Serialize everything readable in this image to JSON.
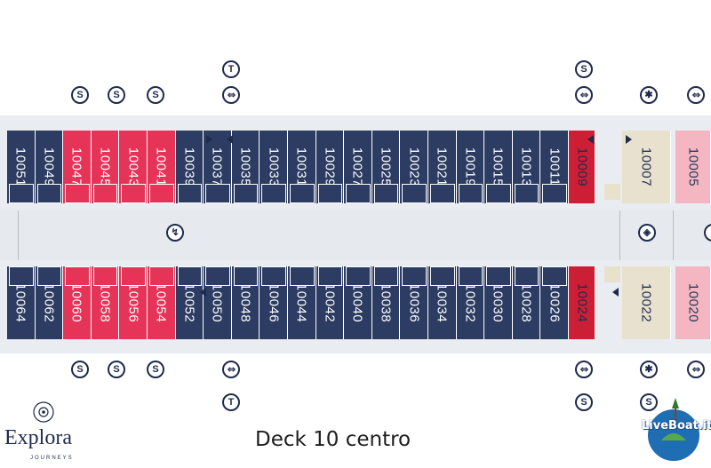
{
  "deck_title": "Deck 10 centro",
  "brand": {
    "name": "Explora",
    "subtitle": "JOURNEYS"
  },
  "watermark": {
    "text": "LiveBoat.it"
  },
  "colors": {
    "navy": "#2c3c62",
    "red": "#e63459",
    "suite_red": "#cc1f35",
    "beige": "#e8e1cd",
    "pink": "#f4b6c0",
    "corridor": "#e6e9ee",
    "icon": "#1f2b4d"
  },
  "top_cabins": [
    {
      "number": "10051",
      "color": "#2c3c62",
      "kind": "std"
    },
    {
      "number": "10049",
      "color": "#2c3c62",
      "kind": "std"
    },
    {
      "number": "10047",
      "color": "#e63459",
      "kind": "std"
    },
    {
      "number": "10045",
      "color": "#e63459",
      "kind": "std"
    },
    {
      "number": "10043",
      "color": "#e63459",
      "kind": "std"
    },
    {
      "number": "10041",
      "color": "#e63459",
      "kind": "std"
    },
    {
      "number": "10039",
      "color": "#2c3c62",
      "kind": "std"
    },
    {
      "number": "10037",
      "color": "#2c3c62",
      "kind": "std"
    },
    {
      "number": "10035",
      "color": "#2c3c62",
      "kind": "std"
    },
    {
      "number": "10033",
      "color": "#2c3c62",
      "kind": "std"
    },
    {
      "number": "10031",
      "color": "#2c3c62",
      "kind": "std"
    },
    {
      "number": "10029",
      "color": "#2c3c62",
      "kind": "std"
    },
    {
      "number": "10027",
      "color": "#2c3c62",
      "kind": "std"
    },
    {
      "number": "10025",
      "color": "#2c3c62",
      "kind": "std"
    },
    {
      "number": "10023",
      "color": "#2c3c62",
      "kind": "std"
    },
    {
      "number": "10021",
      "color": "#2c3c62",
      "kind": "std"
    },
    {
      "number": "10019",
      "color": "#2c3c62",
      "kind": "std"
    },
    {
      "number": "10015",
      "color": "#2c3c62",
      "kind": "std"
    },
    {
      "number": "10013",
      "color": "#2c3c62",
      "kind": "std"
    },
    {
      "number": "10011",
      "color": "#2c3c62",
      "kind": "std"
    },
    {
      "number": "10009",
      "color": "#cc1f35",
      "kind": "suite"
    },
    {
      "number": "10007",
      "color": "#e8e1cd",
      "kind": "beige"
    },
    {
      "number": "10005",
      "color": "#f4b6c0",
      "kind": "pink"
    }
  ],
  "bottom_cabins": [
    {
      "number": "10064",
      "color": "#2c3c62",
      "kind": "std"
    },
    {
      "number": "10062",
      "color": "#2c3c62",
      "kind": "std"
    },
    {
      "number": "10060",
      "color": "#e63459",
      "kind": "std"
    },
    {
      "number": "10058",
      "color": "#e63459",
      "kind": "std"
    },
    {
      "number": "10056",
      "color": "#e63459",
      "kind": "std"
    },
    {
      "number": "10054",
      "color": "#e63459",
      "kind": "std"
    },
    {
      "number": "10052",
      "color": "#2c3c62",
      "kind": "std"
    },
    {
      "number": "10050",
      "color": "#2c3c62",
      "kind": "std"
    },
    {
      "number": "10048",
      "color": "#2c3c62",
      "kind": "std"
    },
    {
      "number": "10046",
      "color": "#2c3c62",
      "kind": "std"
    },
    {
      "number": "10044",
      "color": "#2c3c62",
      "kind": "std"
    },
    {
      "number": "10042",
      "color": "#2c3c62",
      "kind": "std"
    },
    {
      "number": "10040",
      "color": "#2c3c62",
      "kind": "std"
    },
    {
      "number": "10038",
      "color": "#2c3c62",
      "kind": "std"
    },
    {
      "number": "10036",
      "color": "#2c3c62",
      "kind": "std"
    },
    {
      "number": "10034",
      "color": "#2c3c62",
      "kind": "std"
    },
    {
      "number": "10032",
      "color": "#2c3c62",
      "kind": "std"
    },
    {
      "number": "10030",
      "color": "#2c3c62",
      "kind": "std"
    },
    {
      "number": "10028",
      "color": "#2c3c62",
      "kind": "std"
    },
    {
      "number": "10026",
      "color": "#2c3c62",
      "kind": "std"
    },
    {
      "number": "10024",
      "color": "#cc1f35",
      "kind": "suite"
    },
    {
      "number": "10022",
      "color": "#e8e1cd",
      "kind": "beige"
    },
    {
      "number": "10020",
      "color": "#f4b6c0",
      "kind": "pink"
    }
  ],
  "icons_top": [
    {
      "name": "stair-icon",
      "glyph": "T"
    },
    {
      "name": "elevator-icon",
      "glyph": "⇕"
    },
    {
      "name": "service-icon",
      "glyph": "S"
    },
    {
      "name": "service-icon",
      "glyph": "S"
    },
    {
      "name": "service-icon",
      "glyph": "S"
    },
    {
      "name": "service-icon",
      "glyph": "S"
    },
    {
      "name": "elevator-icon",
      "glyph": "⇕"
    },
    {
      "name": "fan-icon",
      "glyph": "✱"
    },
    {
      "name": "elevator-icon",
      "glyph": "⇕"
    }
  ],
  "icons_mid": [
    {
      "name": "hairdryer-icon",
      "glyph": "↯"
    },
    {
      "name": "vending-icon",
      "glyph": "◈"
    },
    {
      "name": "partial-icon",
      "glyph": ""
    }
  ],
  "icons_bottom": [
    {
      "name": "service-icon",
      "glyph": "S"
    },
    {
      "name": "service-icon",
      "glyph": "S"
    },
    {
      "name": "service-icon",
      "glyph": "S"
    },
    {
      "name": "elevator-icon",
      "glyph": "⇕"
    },
    {
      "name": "stair-icon",
      "glyph": "T"
    },
    {
      "name": "elevator-icon",
      "glyph": "⇕"
    },
    {
      "name": "service-icon",
      "glyph": "S"
    },
    {
      "name": "fan-icon",
      "glyph": "✱"
    },
    {
      "name": "service-icon",
      "glyph": "S"
    },
    {
      "name": "elevator-icon",
      "glyph": "⇕"
    }
  ]
}
